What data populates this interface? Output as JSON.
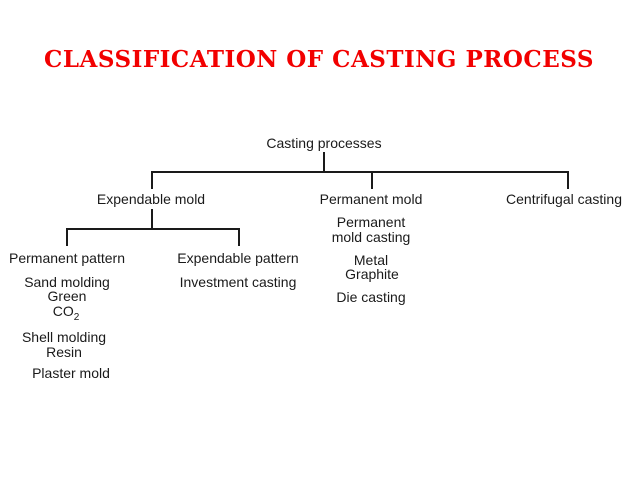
{
  "slide": {
    "title": "CLASSIFICATION OF CASTING PROCESS",
    "title_color": "#f20000",
    "text_color": "#1a1a1a",
    "background_color": "#ffffff"
  },
  "tree": {
    "root": "Casting processes",
    "level1": {
      "expendable_mold": "Expendable mold",
      "permanent_mold": "Permanent mold",
      "centrifugal_casting": "Centrifugal casting"
    },
    "expendable": {
      "permanent_pattern": {
        "label": "Permanent pattern",
        "sand_molding": "Sand molding",
        "green": "Green",
        "co2_base": "CO",
        "co2_sub": "2",
        "shell_molding": "Shell molding",
        "resin": "Resin",
        "plaster_mold": "Plaster mold"
      },
      "expendable_pattern": {
        "label": "Expendable pattern",
        "investment_casting": "Investment casting"
      }
    },
    "permanent": {
      "mold_casting_line1": "Permanent",
      "mold_casting_line2": "mold casting",
      "metal": "Metal",
      "graphite": "Graphite",
      "die_casting": "Die casting"
    }
  }
}
